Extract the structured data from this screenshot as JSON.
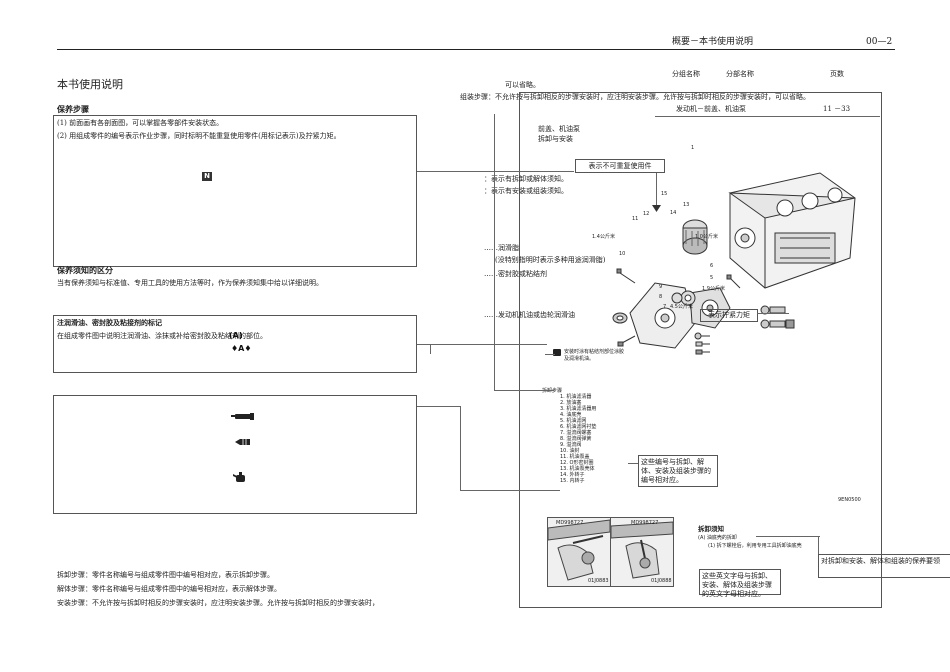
{
  "header": {
    "title": "概要－本书使用说明",
    "page_no": "00—2"
  },
  "left": {
    "page_title": "本书使用说明",
    "section_maintenance_steps": {
      "heading": "保养步骤",
      "items": [
        "(1)  前面画有各剖面图，可以掌握各零部件安装状态。",
        "(2)  用组成零件的编号表示作业步骤，同时标明不能重复使用零件(用标记表示)及拧紧力矩。"
      ],
      "mark_label": "N"
    },
    "section_notes": {
      "heading": "保养须知的区分",
      "body": "当有保养须知与标准值、专用工具的使用方法等时，作为保养须知集中给以详细说明。"
    },
    "section_lubricant": {
      "heading": "注润滑油、密封胶及粘接剂的标记",
      "body": "在组成零件图中说明注润滑油、涂抹或补给密封胶及粘结剂的部位。",
      "icon_a": "(A)",
      "icon_b": "♦A♦"
    },
    "footer_lines": [
      "拆卸步骤：零件名称编号与组成零件图中编号相对应，表示拆卸步骤。",
      "解体步骤：零件名称编号与组成零件图中的编号相对应，表示解体步骤。",
      "安装步骤：不允许按与拆卸时相反的步骤安装时，应注明安装步骤。允许按与拆卸时相反的步骤安装时，"
    ]
  },
  "right": {
    "col_labels": {
      "group": "分组名称",
      "subgroup": "分部名称",
      "pages": "页数"
    },
    "omit_note": "可以省略。",
    "install_note": "组装步骤：不允许按与拆卸相反的步骤安装时，应注明安装步骤。允许按与拆卸时相反的步骤安装时，可以省略。",
    "page_ref": {
      "title": "发动机－前盖、机油泵",
      "pages": "11 －33"
    },
    "diagram_title_line1": "前盖、机油泵",
    "diagram_title_line2": "拆卸与安装",
    "non_reusable_label": "表示不可重复使用件",
    "callouts": {
      "removal": "：表示有拆卸或解体须知。",
      "install": "：表示有安装或组装须知。",
      "grease": "……润滑脂",
      "grease_note": "(没特别指明时表示多种用途润滑脂)",
      "sealant": "……密封胶或粘结剂",
      "engine_oil": "……发动机机油或齿轮润滑油",
      "torque": "表示拧紧力矩"
    },
    "part_numbers": [
      "1",
      "11",
      "12",
      "14",
      "13",
      "15",
      "10",
      "9",
      "8",
      "7",
      "6",
      "5"
    ],
    "torque_specs": [
      "1.4公斤米",
      "1.0公斤米",
      "1.9公斤米",
      "4.5公斤米"
    ],
    "sealant_note": "安装时涂有粘结剂部位涂胶及润滑机油。",
    "removal_steps_heading": "拆卸步骤",
    "removal_steps": [
      "1. 机油滤清器",
      "2. 放油塞",
      "3. 机油滤清器用",
      "4. 油底壳",
      "5. 机油滤网",
      "6. 机油滤网衬垫",
      "7. 溢流阀螺塞",
      "8. 溢流阀弹簧",
      "9. 溢流阀",
      "10. 油封",
      "11. 机油泵盖",
      "12. O形密封圈",
      "13. 机油泵壳体",
      "14. 外转子",
      "15. 内转子"
    ],
    "number_note": "这些编号与拆卸、解体、安装及组装步骤的编号相对应。",
    "figure_code": "9EN0500",
    "photo_codes": [
      "MD998727",
      "MD998727",
      "01J0883",
      "01J0888"
    ],
    "removal_notice_heading": "拆卸须知",
    "removal_notice_item": "(A) 油底壳的拆卸",
    "removal_notice_detail": "(1) 拆下螺栓后，利用专用工具拆卸油底壳",
    "letter_note": "这些英文字母与拆卸、安装、解体及组装步骤的英文字母相对应。",
    "right_edge_note": "对拆卸和安装、解体和组装的保养要领"
  }
}
